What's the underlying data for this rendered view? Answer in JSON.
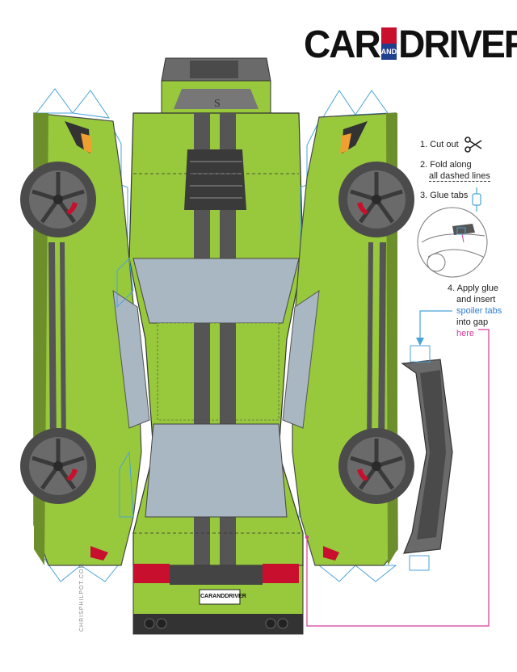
{
  "brand": {
    "word1": "CAR",
    "and": "AND",
    "word2": "DRIVER"
  },
  "instructions": {
    "step1": "1. Cut out",
    "step2_line1": "2. Fold along",
    "step2_line2": "all dashed lines",
    "step3": "3. Glue tabs",
    "step4_line1": "4. Apply glue",
    "step4_line2": "and insert",
    "step4_line3": "spoiler tabs",
    "step4_line4": "into gap",
    "step4_line5": "here"
  },
  "plate_text": "CARANDDRIVER",
  "credit": "CHRISPHILPOT.COM",
  "colors": {
    "body_green": "#98c93c",
    "stripe_gray": "#555555",
    "glass": "#a9b7c2",
    "tab_blue": "#4aa3d8",
    "pink_line": "#d63b9a",
    "brake_red": "#c8102e"
  },
  "icons": [
    "scissors-icon",
    "glue-bottle-icon"
  ]
}
